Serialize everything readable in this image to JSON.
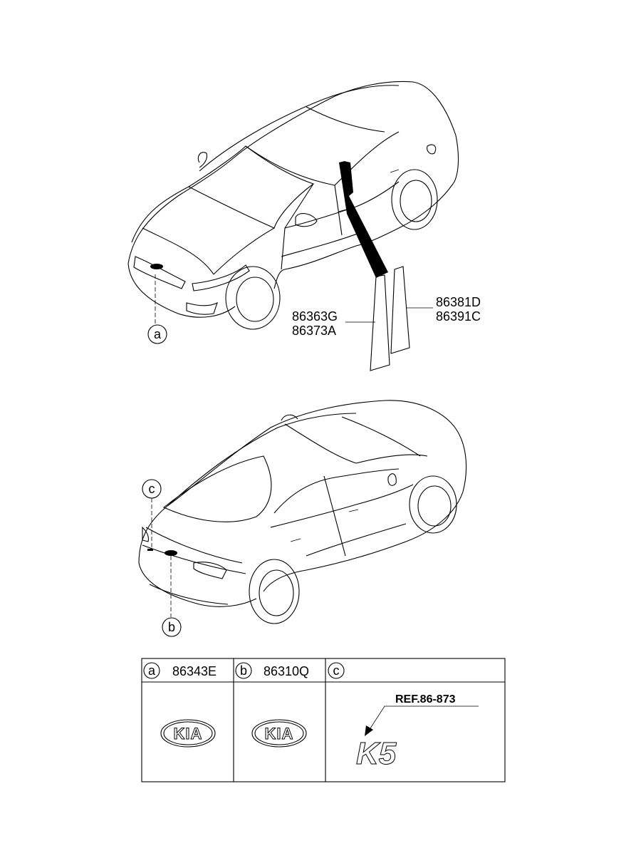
{
  "front_view": {
    "callout_a": "a",
    "part_labels_left": [
      "86363G",
      "86373A"
    ],
    "part_labels_right": [
      "86381D",
      "86391C"
    ]
  },
  "rear_view": {
    "callout_b": "b",
    "callout_c": "c"
  },
  "table": {
    "columns": [
      {
        "letter": "a",
        "part_number": "86343E",
        "emblem_text": "KIA"
      },
      {
        "letter": "b",
        "part_number": "86310Q",
        "emblem_text": "KIA"
      },
      {
        "letter": "c",
        "part_number": "",
        "reference": "REF.86-873",
        "emblem_text": "K5"
      }
    ]
  }
}
